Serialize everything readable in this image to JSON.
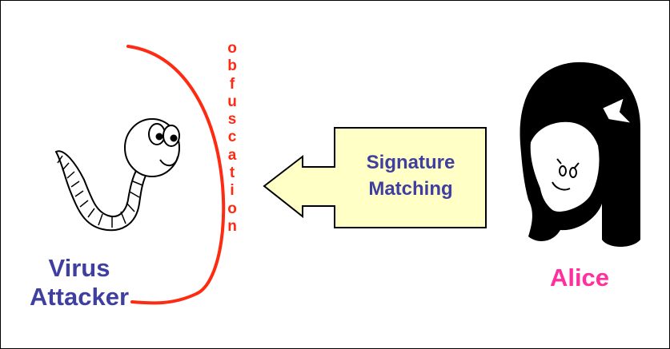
{
  "obfuscation_letters": [
    "o",
    "b",
    "f",
    "u",
    "s",
    "c",
    "a",
    "t",
    "i",
    "o",
    "n"
  ],
  "virus_label_line1": "Virus",
  "virus_label_line2": "Attacker",
  "signature_line1": "Signature",
  "signature_line2": "Matching",
  "alice_label": "Alice",
  "colors": {
    "obfuscation": "#ff2a12",
    "bracket": "#ff2a12",
    "label_blue": "#3f3f9f",
    "alice_pink": "#ff2fa0",
    "box_fill": "#ffffc6",
    "arrow_fill": "#ffffc6"
  },
  "icons": [
    "worm-icon",
    "alice-face-icon"
  ]
}
